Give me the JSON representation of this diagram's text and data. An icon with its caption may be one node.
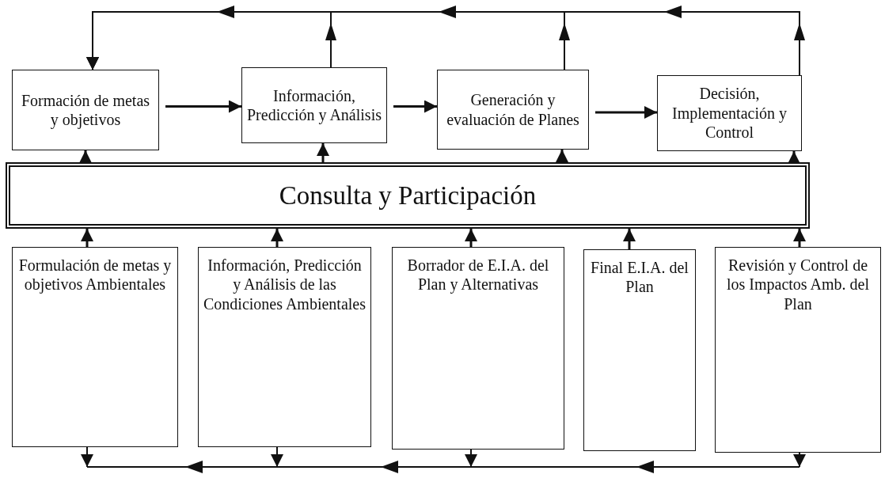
{
  "diagram": {
    "nodes": [
      {
        "text": [
          "Formación de metas y objetivos"
        ]
      },
      {
        "text": [
          "Información, Predicción y Análisis"
        ]
      },
      {
        "text": [
          "Generación y evaluación de Planes"
        ]
      },
      {
        "text": [
          "Decisión, Implementación y Control"
        ]
      },
      {
        "text": [
          "Consulta y Participación"
        ]
      },
      {
        "text": [
          "Formulación de metas y objetivos Ambientales"
        ]
      },
      {
        "text": [
          "Información, Predicción y Análisis de las Condiciones Ambientales"
        ]
      },
      {
        "text": [
          "Borrador de E.I.A. del Plan y Alternativas"
        ]
      },
      {
        "text": [
          "Final E.I.A. del Plan"
        ]
      },
      {
        "text": [
          "Revisión y Control de los Impactos Amb. del Plan"
        ]
      }
    ],
    "edges": [
      {
        "from": 0,
        "to": 1,
        "arrow": "to"
      },
      {
        "from": 1,
        "to": 2,
        "arrow": "to"
      },
      {
        "from": 2,
        "to": 3,
        "arrow": "to"
      },
      {
        "from": 1,
        "to": 0,
        "arrow": "to"
      },
      {
        "from": 2,
        "to": 0,
        "arrow": "to"
      },
      {
        "from": 3,
        "to": 0,
        "arrow": "to"
      },
      {
        "from": 4,
        "to": 0,
        "arrow": "to"
      },
      {
        "from": 4,
        "to": 1,
        "arrow": "to"
      },
      {
        "from": 4,
        "to": 2,
        "arrow": "to"
      },
      {
        "from": 4,
        "to": 3,
        "arrow": "to"
      },
      {
        "from": 5,
        "to": 4,
        "arrow": "to"
      },
      {
        "from": 6,
        "to": 4,
        "arrow": "to"
      },
      {
        "from": 7,
        "to": 4,
        "arrow": "to"
      },
      {
        "from": 8,
        "to": 4,
        "arrow": "to"
      },
      {
        "from": 9,
        "to": 4,
        "arrow": "to"
      },
      {
        "from": 5,
        "to": null,
        "arrow": "to"
      },
      {
        "from": 6,
        "to": null,
        "arrow": "to"
      },
      {
        "from": 7,
        "to": null,
        "arrow": "to"
      },
      {
        "from": 9,
        "to": null,
        "arrow": "to"
      }
    ]
  }
}
